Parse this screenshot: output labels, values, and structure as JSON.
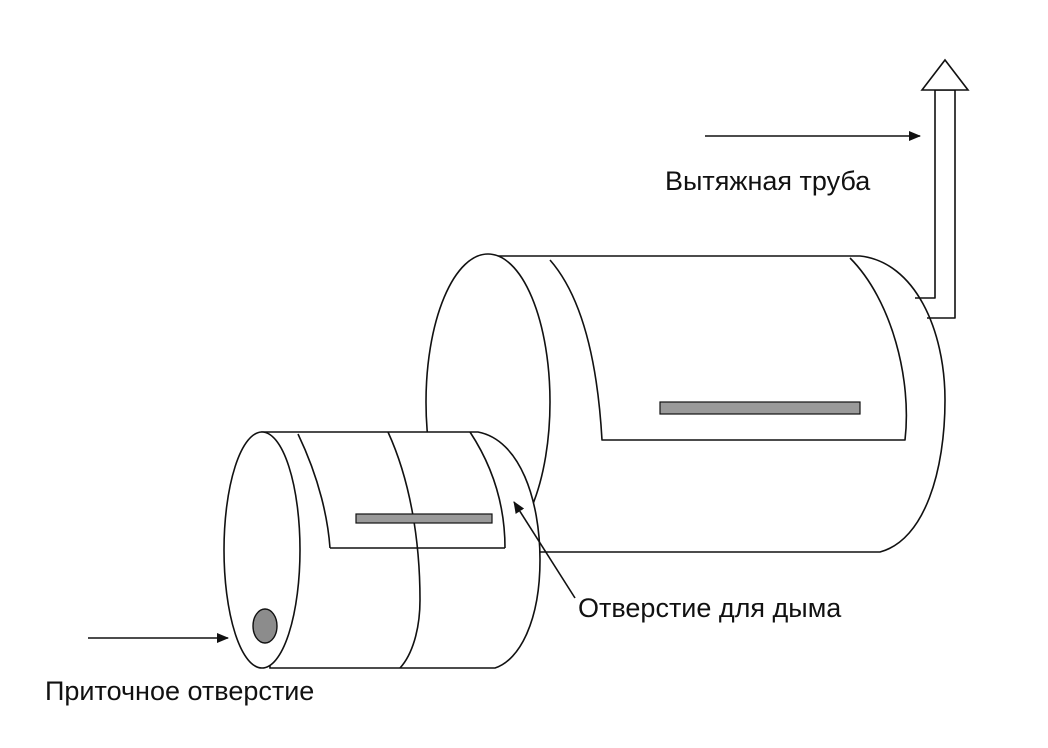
{
  "labels": {
    "exhaust_pipe": "Вытяжная труба",
    "smoke_opening": "Отверстие для дыма",
    "intake_opening": "Приточное отверстие"
  },
  "colors": {
    "line": "#111111",
    "slot_fill": "#9a9a9a",
    "hole_fill": "#8c8c8c",
    "background": "#ffffff"
  }
}
